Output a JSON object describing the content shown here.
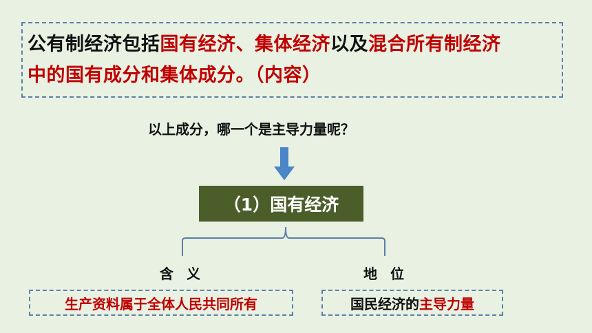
{
  "intro": {
    "line1_a": "公有制经济包括",
    "line1_b": "国有经济、集体经济",
    "line1_c": "以及",
    "line1_d": "混合所有制经济",
    "line2_a": "中的国有成分和集体成分",
    "line2_b": "。（内容）"
  },
  "question": "以上成分，哪一个是主导力量呢？",
  "title": "（1）国有经济",
  "labels": {
    "meaning": "含 义",
    "position": "地 位"
  },
  "definition": "生产资料属于全体人民共同所有",
  "status": {
    "prefix": "国民经济的",
    "highlight": "主导力量"
  },
  "colors": {
    "accent_red": "#c00000",
    "title_bg": "#4b5e2a",
    "arrow": "#4a86c8",
    "border": "#5c7fa6"
  }
}
